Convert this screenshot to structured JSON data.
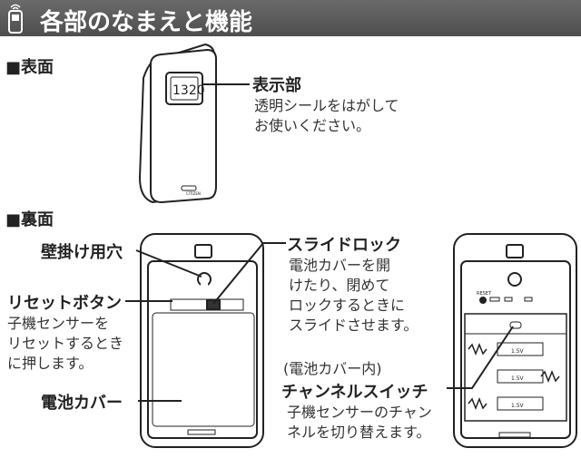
{
  "header": {
    "title": "各部のなまえと機能",
    "icon": "phone-icon"
  },
  "front": {
    "section": "■表面",
    "display_label": "表示部",
    "display_desc": [
      "透明シールをはがして",
      "お使いください。"
    ],
    "lcd_text": "1320"
  },
  "back": {
    "section": "■裏面",
    "wall_hole": "壁掛け用穴",
    "reset_label": "リセットボタン",
    "reset_desc": [
      "子機センサーを",
      "リセットするとき",
      "に押します。"
    ],
    "battery_cover": "電池カバー",
    "slide_lock": "スライドロック",
    "slide_desc": [
      "電池カバーを開",
      "けたり、閉めて",
      "ロックするときに",
      "スライドさせます。"
    ],
    "inside_note": "(電池カバー内)",
    "channel_switch": "チャンネルスイッチ",
    "channel_desc": [
      "子機センサーのチャン",
      "ネルを切り替えます。"
    ],
    "reset_text": "RESET",
    "battery_text": "1.5V",
    "brand": "CITIZEN"
  }
}
